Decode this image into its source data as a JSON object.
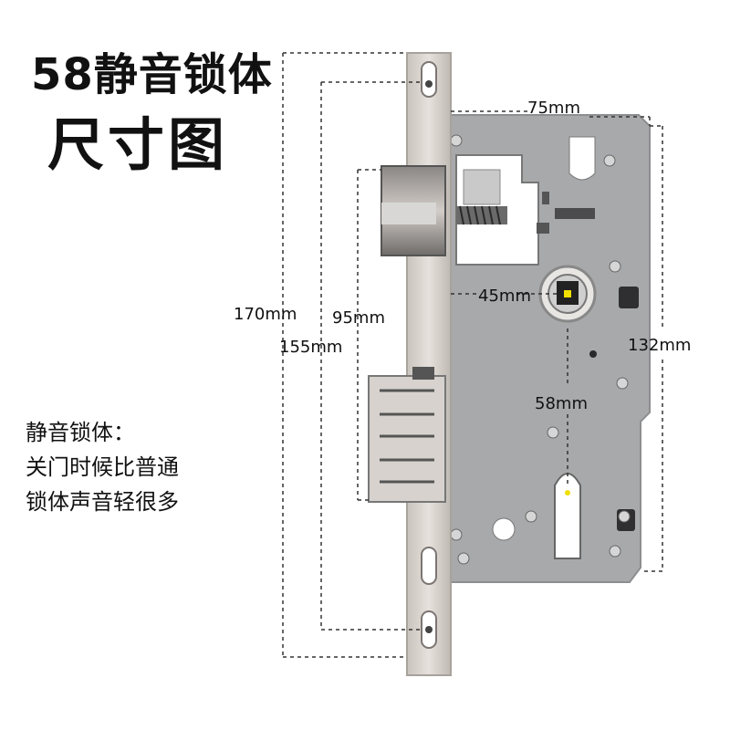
{
  "title": {
    "line1": "58静音锁体",
    "line2": "尺寸图"
  },
  "description": {
    "lines": [
      "静音锁体：",
      "关门时候比普通",
      "锁体声音轻很多"
    ]
  },
  "dimensions": {
    "width": "75mm",
    "total_length": "170mm",
    "screw_spacing": "155mm",
    "bolt_spacing": "95mm",
    "backset": "45mm",
    "center_distance": "58mm",
    "case_height": "132mm"
  },
  "colors": {
    "faceplate": "#d9d3cd",
    "case": "#a9aaac",
    "dim_line": "#333333"
  }
}
